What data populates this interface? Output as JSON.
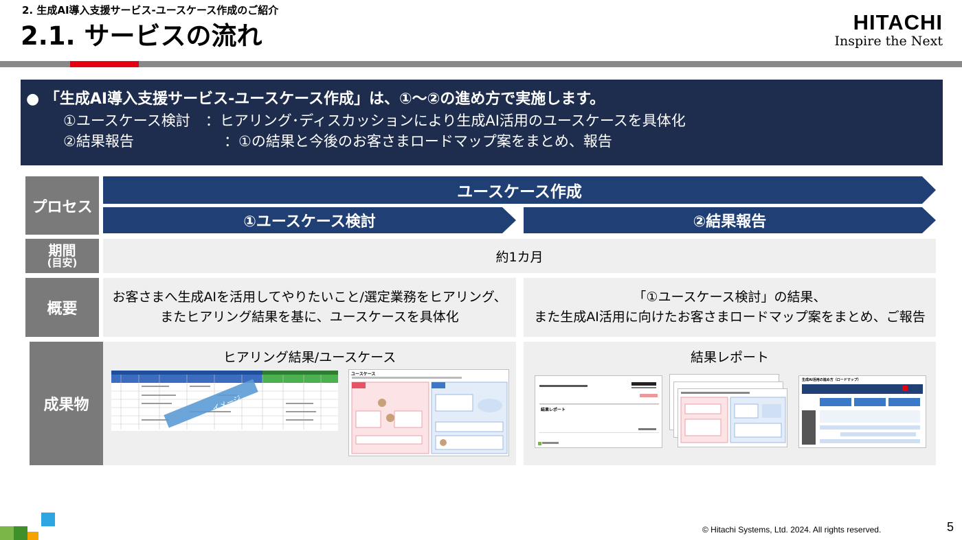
{
  "header": {
    "subtitle": "2. 生成AI導入支援サービス-ユースケース作成のご紹介",
    "title": "2.1. サービスの流れ",
    "logo": {
      "brand": "HITACHI",
      "tagline": "Inspire the Next"
    }
  },
  "colors": {
    "banner": "#1e2d4d",
    "arrow": "#1f3f75",
    "row_header": "#7a7a7a",
    "cell": "#efefef",
    "accent_red": "#e60012",
    "rule_gray": "#898989"
  },
  "banner": {
    "bullet": "●",
    "line1": "「生成AI導入支援サービス-ユースケース作成」は、①～②の進め方で実施します。",
    "line2_label": "①ユースケース検討",
    "line2_text": "：ヒアリング･ディスカッションにより生成AI活用のユースケースを具体化",
    "line3_label": "②結果報告",
    "line3_text": "：①の結果と今後のお客さまロードマップ案をまとめ、報告"
  },
  "table": {
    "row_headers": {
      "process": "プロセス",
      "period": "期間",
      "period_sub": "(目安)",
      "summary": "概要",
      "output": "成果物"
    },
    "process_main": "ユースケース作成",
    "step1": "①ユースケース検討",
    "step2": "②結果報告",
    "period": "約1カ月",
    "summary1_line1": "お客さまへ生成AIを活用してやりたいこと/選定業務をヒアリング、",
    "summary1_line2": "またヒアリング結果を基に、ユースケースを具体化",
    "summary2_line1": "「①ユースケース検討」の結果、",
    "summary2_line2": "また生成AI活用に向けたお客さまロードマップ案をまとめ、ご報告",
    "output1_label": "ヒアリング結果/ユースケース",
    "output2_label": "結果レポート"
  },
  "thumbnails": {
    "sample_badge": "イメージ",
    "uc_title": "ユースケース",
    "report_title": "結果レポート",
    "roadmap_title": "生成AI活用の進め方（ロードマップ）"
  },
  "footer": {
    "copyright": "© Hitachi Systems, Ltd. 2024. All rights reserved.",
    "page_number": "5"
  }
}
